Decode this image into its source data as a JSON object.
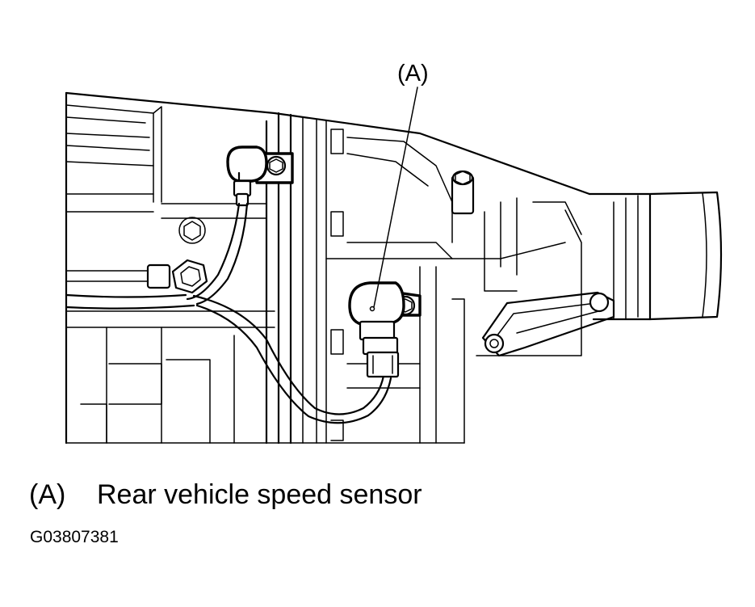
{
  "diagram": {
    "callout_marker": "(A)",
    "legend": [
      {
        "key": "(A)",
        "label": "Rear vehicle speed sensor"
      }
    ],
    "figure_id": "G03807381"
  }
}
